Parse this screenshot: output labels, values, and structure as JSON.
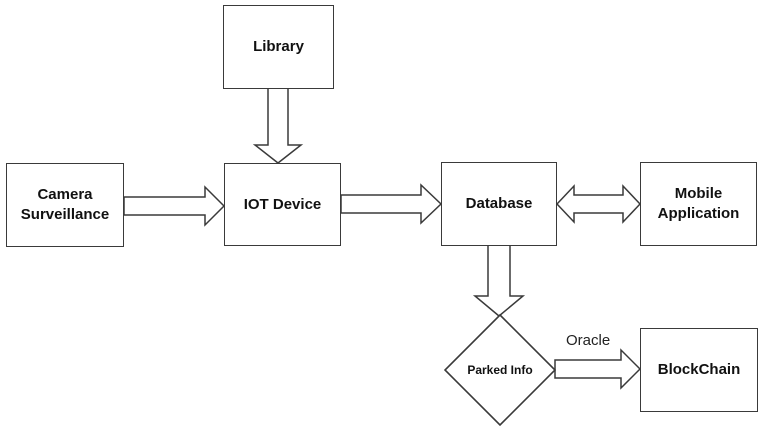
{
  "nodes": {
    "library": "Library",
    "camera_line1": "Camera",
    "camera_line2": "Surveillance",
    "iot": "IOT Device",
    "database": "Database",
    "mobile_line1": "Mobile",
    "mobile_line2": "Application",
    "parked_info": "Parked Info",
    "blockchain": "BlockChain"
  },
  "edges": {
    "oracle": "Oracle"
  },
  "colors": {
    "stroke": "#3a3a3a",
    "fill": "#ffffff",
    "text": "#111111"
  }
}
